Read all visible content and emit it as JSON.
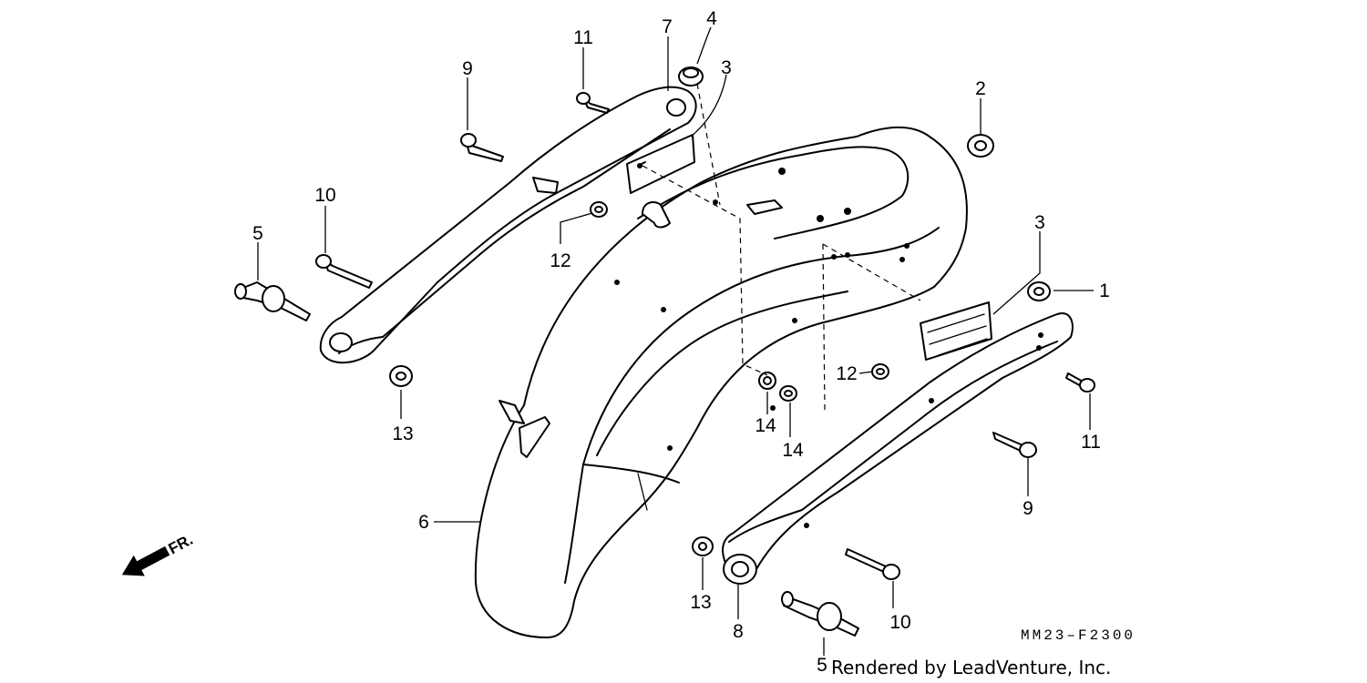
{
  "diagram": {
    "code": "MM23–F2300",
    "credit": "Rendered by LeadVenture, Inc.",
    "front_marker": "FR.",
    "callouts": [
      {
        "id": "c1",
        "label": "1"
      },
      {
        "id": "c2",
        "label": "2"
      },
      {
        "id": "c3a",
        "label": "3"
      },
      {
        "id": "c3b",
        "label": "3"
      },
      {
        "id": "c4",
        "label": "4"
      },
      {
        "id": "c5a",
        "label": "5"
      },
      {
        "id": "c5b",
        "label": "5"
      },
      {
        "id": "c6",
        "label": "6"
      },
      {
        "id": "c7",
        "label": "7"
      },
      {
        "id": "c8",
        "label": "8"
      },
      {
        "id": "c9a",
        "label": "9"
      },
      {
        "id": "c9b",
        "label": "9"
      },
      {
        "id": "c10a",
        "label": "10"
      },
      {
        "id": "c10b",
        "label": "10"
      },
      {
        "id": "c11a",
        "label": "11"
      },
      {
        "id": "c11b",
        "label": "11"
      },
      {
        "id": "c12a",
        "label": "12"
      },
      {
        "id": "c12b",
        "label": "12"
      },
      {
        "id": "c13a",
        "label": "13"
      },
      {
        "id": "c13b",
        "label": "13"
      },
      {
        "id": "c14a",
        "label": "14"
      },
      {
        "id": "c14b",
        "label": "14"
      }
    ]
  }
}
